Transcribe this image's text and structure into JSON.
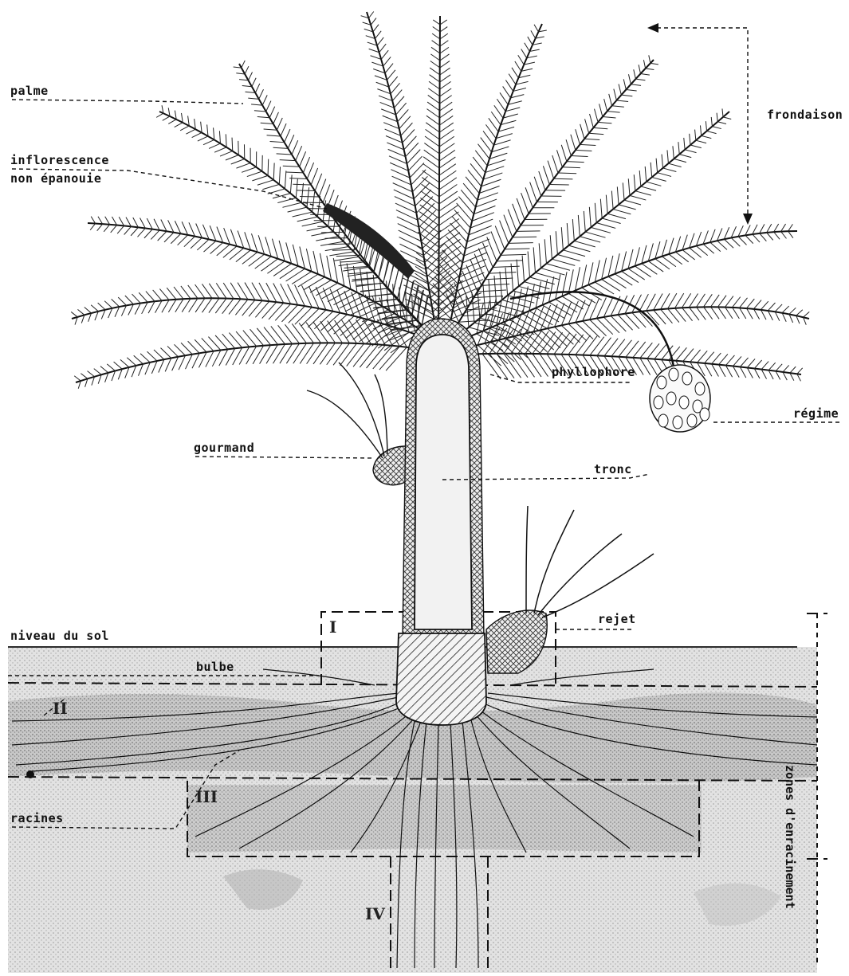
{
  "labels": {
    "palme": "palme",
    "inflorescence_1": "inflorescence",
    "inflorescence_2": "non épanouie",
    "frondaison": "frondaison",
    "phyllophore": "phyllophore",
    "regime": "régime",
    "gourmand": "gourmand",
    "tronc": "tronc",
    "rejet": "rejet",
    "niveau_du_sol": "niveau du sol",
    "bulbe": "bulbe",
    "racines": "racines",
    "zones_enracinement": "zones d'enracinement"
  },
  "zones": {
    "I": "I",
    "II": "II",
    "III": "III",
    "IV": "IV"
  },
  "colors": {
    "ink": "#111111",
    "soil": "#d9d9d9",
    "soil_dark": "#bdbdbd",
    "trunk": "#f2f2f2"
  }
}
